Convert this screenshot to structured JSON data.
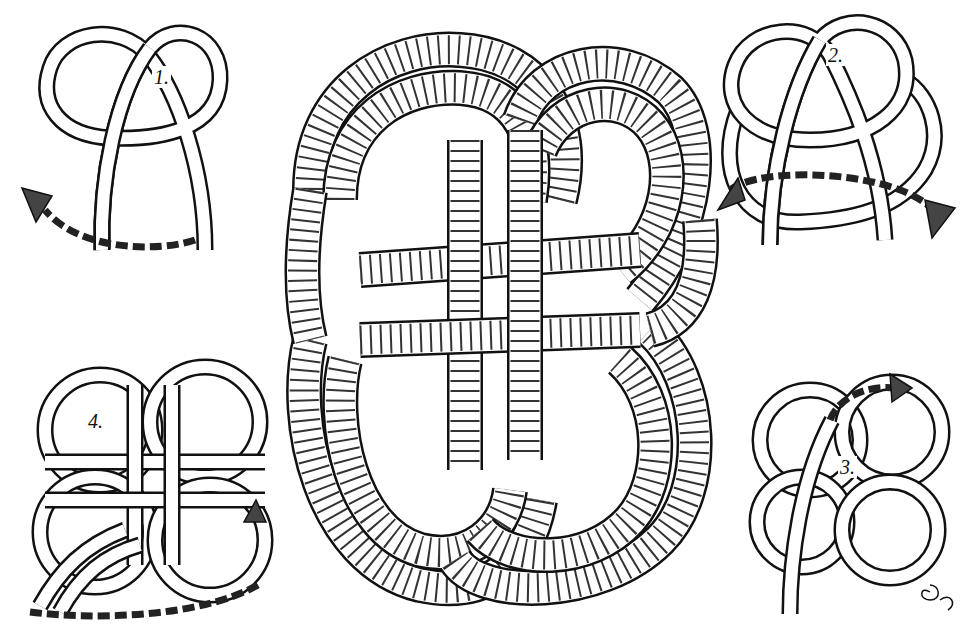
{
  "diagram": {
    "labels": [
      "1.",
      "2.",
      "3.",
      "4."
    ]
  }
}
